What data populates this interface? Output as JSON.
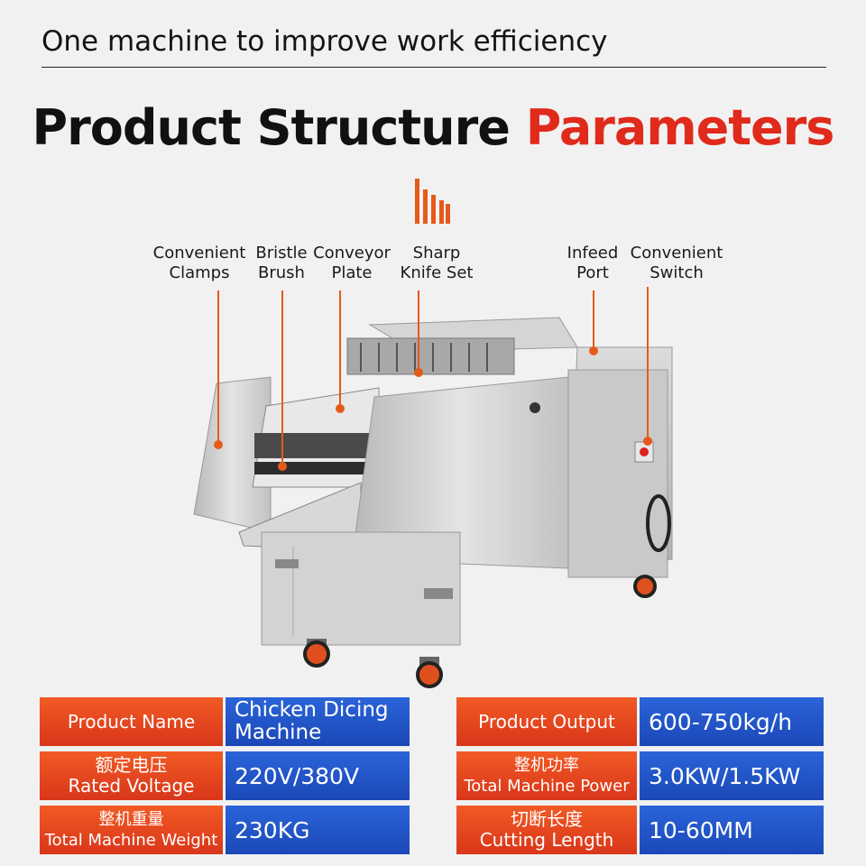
{
  "header": {
    "tagline": "One machine to improve work efficiency"
  },
  "title": {
    "part1": "Product Structure",
    "part2": "Parameters"
  },
  "colors": {
    "accent_red": "#e02a1b",
    "label_red": "#f15a24",
    "value_blue": "#1f52c4",
    "leader": "#e55a1b"
  },
  "callouts": [
    {
      "line1": "Convenient",
      "line2": "Clamps"
    },
    {
      "line1": "Bristle",
      "line2": "Brush"
    },
    {
      "line1": "Conveyor",
      "line2": "Plate"
    },
    {
      "line1": "Sharp",
      "line2": "Knife Set"
    },
    {
      "line1": "Infeed",
      "line2": "Port"
    },
    {
      "line1": "Convenient",
      "line2": "Switch"
    }
  ],
  "specs": [
    {
      "label_cn": "",
      "label_en": "Product Name",
      "value": "Chicken Dicing Machine"
    },
    {
      "label_cn": "",
      "label_en": "Product Output",
      "value": "600-750kg/h"
    },
    {
      "label_cn": "额定电压",
      "label_en": "Rated Voltage",
      "value": "220V/380V"
    },
    {
      "label_cn": "整机功率",
      "label_en": "Total Machine Power",
      "value": "3.0KW/1.5KW"
    },
    {
      "label_cn": "整机重量",
      "label_en": "Total Machine Weight",
      "value": "230KG"
    },
    {
      "label_cn": "切断长度",
      "label_en": "Cutting Length",
      "value": "10-60MM"
    }
  ]
}
